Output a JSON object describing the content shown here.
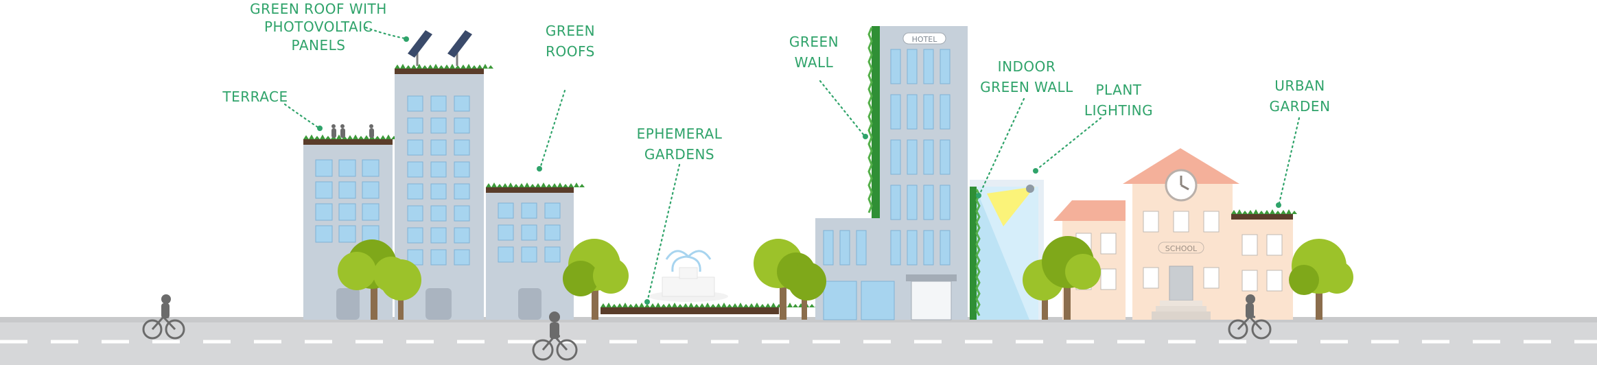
{
  "labels": {
    "green_roof_pv": [
      "GREEN ROOF WITH",
      "PHOTOVOLTAIC",
      "PANELS"
    ],
    "terrace": [
      "TERRACE"
    ],
    "green_roofs": [
      "GREEN",
      "ROOFS"
    ],
    "ephemeral_gardens": [
      "EPHEMERAL",
      "GARDENS"
    ],
    "green_wall": [
      "GREEN",
      "WALL"
    ],
    "indoor_green_wall": [
      "INDOOR",
      "GREEN WALL"
    ],
    "plant_lighting": [
      "PLANT",
      "LIGHTING"
    ],
    "urban_garden": [
      "URBAN",
      "GARDEN"
    ]
  },
  "signs": {
    "hotel": "HOTEL",
    "school": "SCHOOL"
  },
  "colors": {
    "label_green": "#2fa36a",
    "road": "#d6d7d9",
    "building_blue": "#c6d0da",
    "school_peach": "#fbe3cf",
    "school_roof": "#f4b09a",
    "window_blue": "#a7d4ef",
    "tree_light": "#9cc22a",
    "tree_dark": "#7fa81a"
  }
}
